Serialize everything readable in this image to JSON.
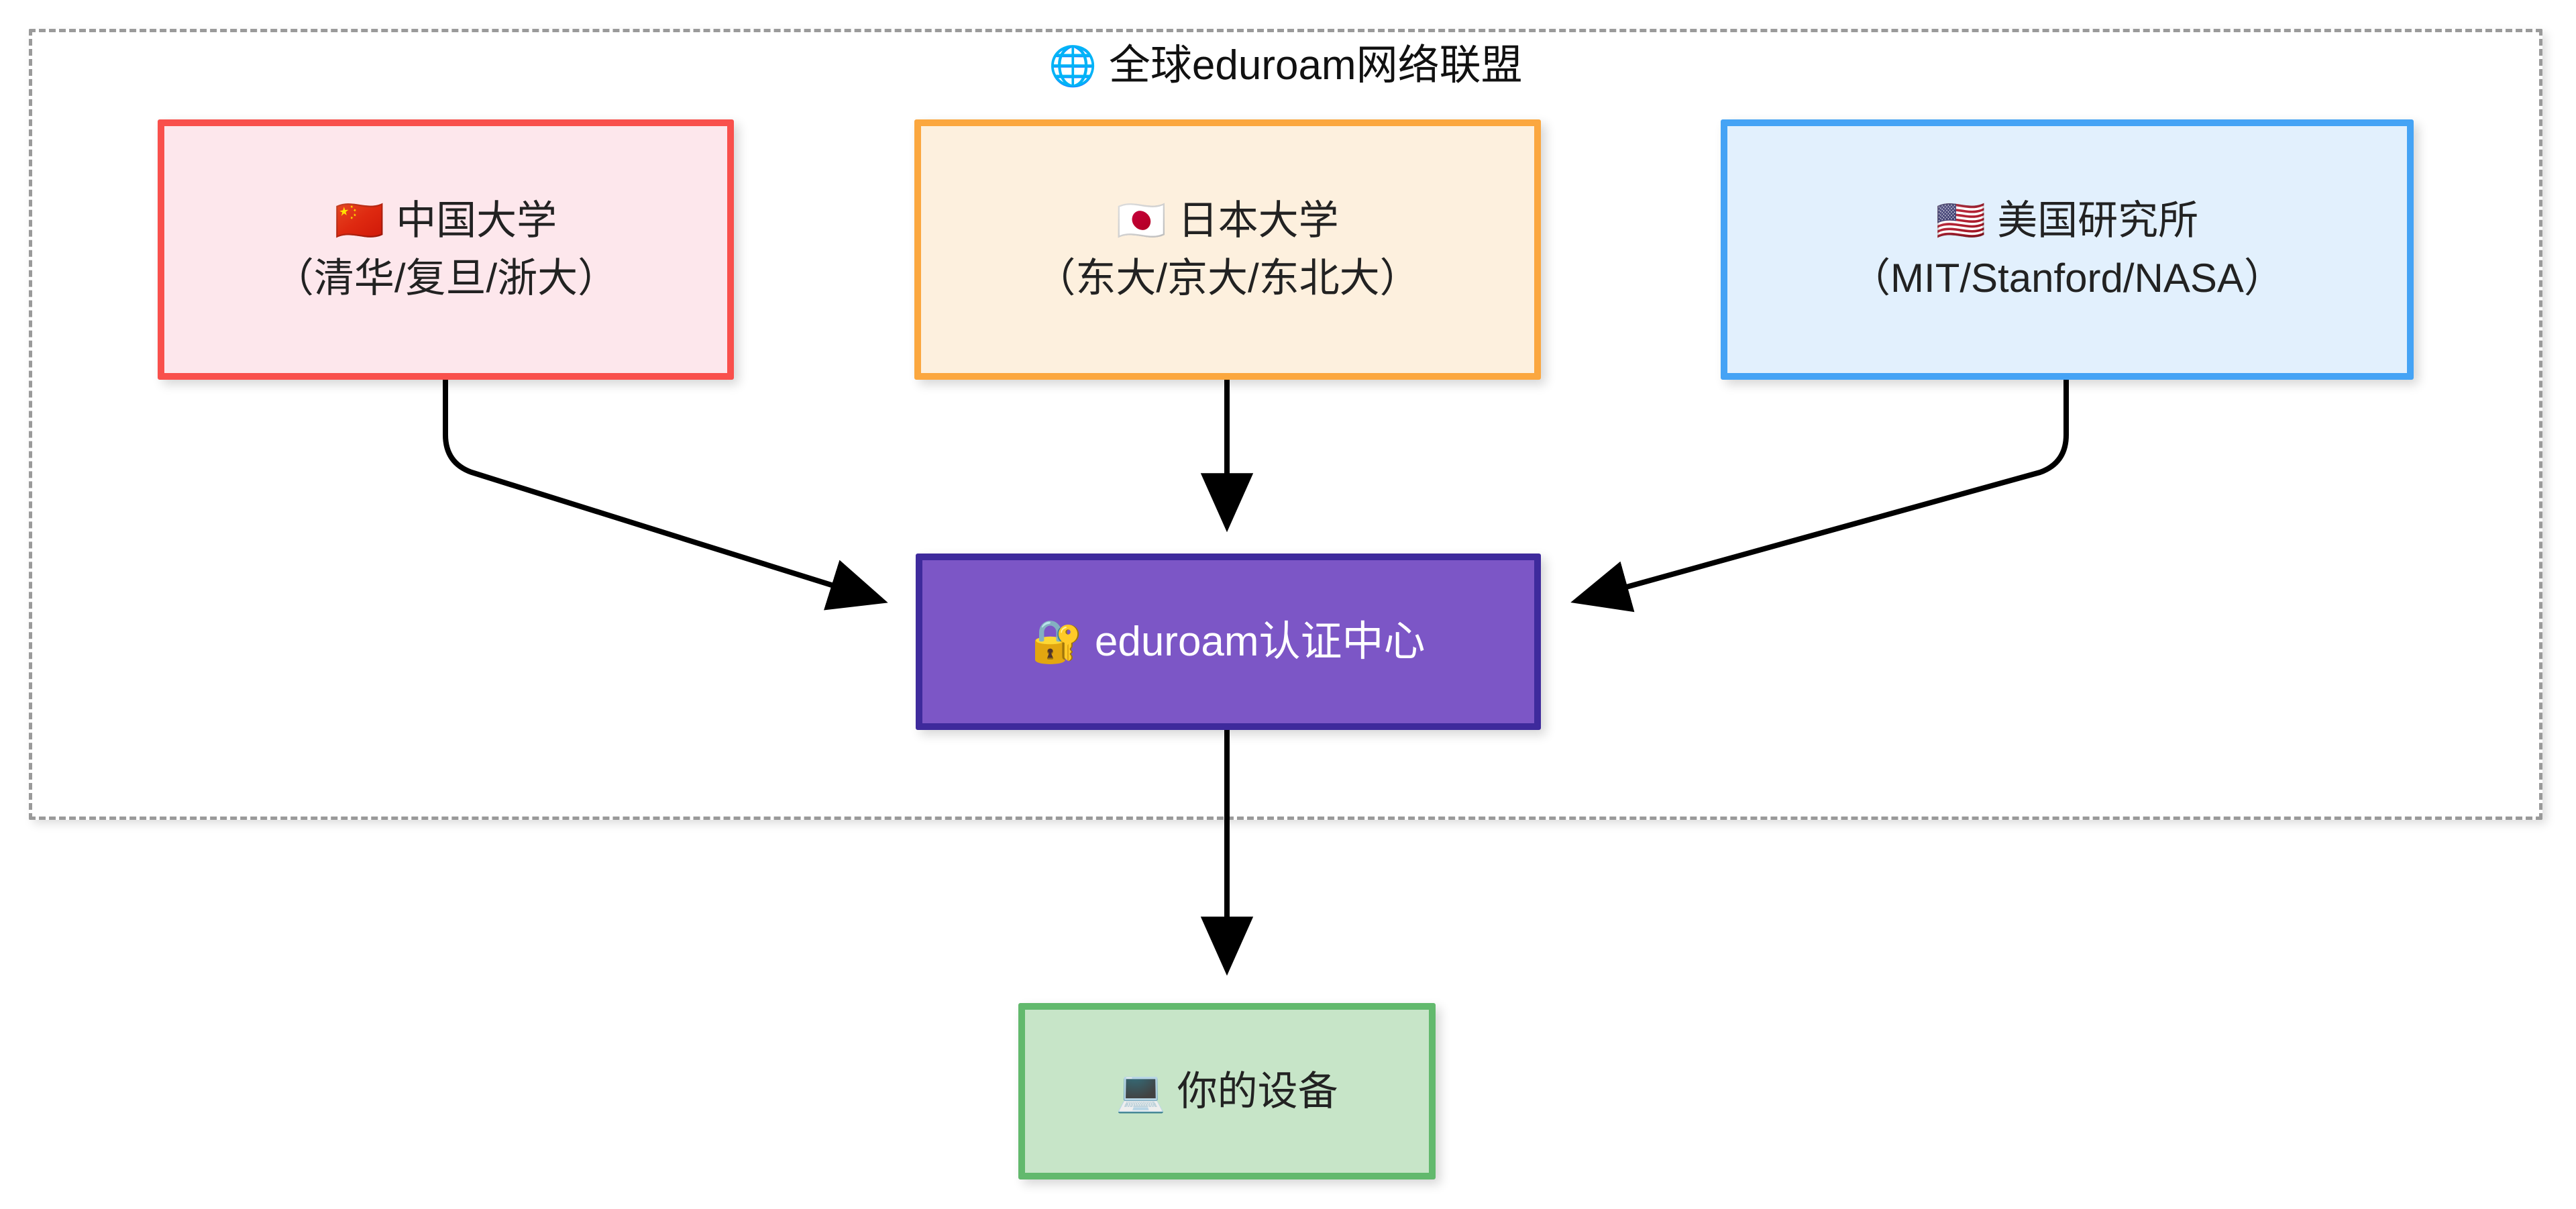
{
  "diagram": {
    "type": "flowchart",
    "background": "#ffffff",
    "cluster": {
      "title_icon": "🌐",
      "title": "全球eduroam网络联盟",
      "border_color": "#9a9a9a",
      "border_style": "dashed"
    },
    "nodes": [
      {
        "id": "cn",
        "icon": "🇨🇳",
        "label": "中国大学",
        "sublabel": "（清华/复旦/浙大）",
        "fill": "#fde7ec",
        "stroke": "#f9504c",
        "text_color": "#222222"
      },
      {
        "id": "jp",
        "icon": "🇯🇵",
        "label": "日本大学",
        "sublabel": "（东大/京大/东北大）",
        "fill": "#fdf0de",
        "stroke": "#fba73f",
        "text_color": "#222222"
      },
      {
        "id": "us",
        "icon": "🇺🇸",
        "label": "美国研究所",
        "sublabel": "（MIT/Stanford/NASA）",
        "fill": "#e2f0fd",
        "stroke": "#45a3f5",
        "text_color": "#222222"
      },
      {
        "id": "auth",
        "icon": "🔐",
        "label": "eduroam认证中心",
        "sublabel": "",
        "fill": "#7c56c6",
        "stroke": "#3e2a9c",
        "text_color": "#ffffff"
      },
      {
        "id": "device",
        "icon": "💻",
        "label": "你的设备",
        "sublabel": "",
        "fill": "#c7e5c8",
        "stroke": "#62b96d",
        "text_color": "#222222"
      }
    ],
    "edges": [
      {
        "from": "cn",
        "to": "auth",
        "label": "",
        "style": "solid",
        "arrow": "end"
      },
      {
        "from": "jp",
        "to": "auth",
        "label": "",
        "style": "solid",
        "arrow": "end"
      },
      {
        "from": "us",
        "to": "auth",
        "label": "",
        "style": "solid",
        "arrow": "end"
      },
      {
        "from": "auth",
        "to": "device",
        "label": "",
        "style": "solid",
        "arrow": "end"
      }
    ],
    "edge_color": "#000000"
  }
}
